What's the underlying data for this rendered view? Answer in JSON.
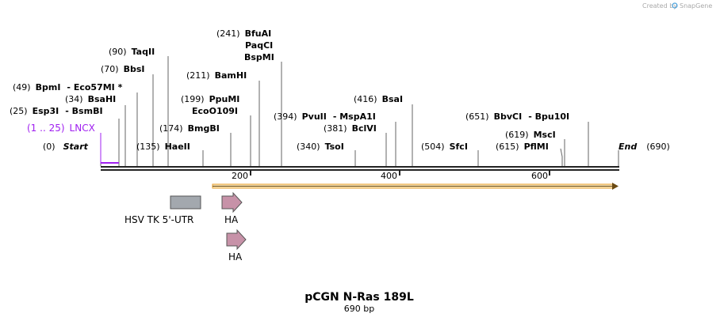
{
  "credit": {
    "text": "Created by",
    "brand": "SnapGene"
  },
  "title": "pCGN N-Ras 189L",
  "subtitle": "690 bp",
  "total_bp": 690,
  "ticks": [
    "200",
    "400",
    "600"
  ],
  "start_label": {
    "pos": "(0)",
    "name": "Start"
  },
  "end_label": {
    "pos": "(690)",
    "name": "End"
  },
  "lncx": {
    "range": "(1 .. 25)",
    "name": "LNCX",
    "color": "#a020f0"
  },
  "sites": [
    {
      "pos": "(25)",
      "name": "Esp3I",
      "extra": "- BsmBI"
    },
    {
      "pos": "(34)",
      "name": "BsaHI"
    },
    {
      "pos": "(49)",
      "name": "BpmI",
      "extra": "- Eco57MI *"
    },
    {
      "pos": "(70)",
      "name": "BbsI"
    },
    {
      "pos": "(90)",
      "name": "TaqII"
    },
    {
      "pos": "(135)",
      "name": "HaeII"
    },
    {
      "pos": "(174)",
      "name": "BmgBI"
    },
    {
      "pos": "(199)",
      "name": "PpuMI",
      "line2": "EcoO109I"
    },
    {
      "pos": "(211)",
      "name": "BamHI"
    },
    {
      "pos": "(241)",
      "name": "BfuAI",
      "line2": "PaqCI",
      "line3": "BspMI"
    },
    {
      "pos": "(340)",
      "name": "TsoI"
    },
    {
      "pos": "(381)",
      "name": "BclVI"
    },
    {
      "pos": "(394)",
      "name": "PvuII",
      "extra": "- MspA1I"
    },
    {
      "pos": "(416)",
      "name": "BsaI"
    },
    {
      "pos": "(504)",
      "name": "SfcI"
    },
    {
      "pos": "(615)",
      "name": "PflMI"
    },
    {
      "pos": "(619)",
      "name": "MscI"
    },
    {
      "pos": "(651)",
      "name": "BbvCI",
      "extra": "- Bpu10I"
    }
  ],
  "features": [
    {
      "name": "HSV TK 5'-UTR",
      "color": "#a3a8ae"
    },
    {
      "name": "HA",
      "color": "#c792a8"
    },
    {
      "name": "HA",
      "color": "#c792a8"
    }
  ],
  "orf_color": "#e8a030"
}
